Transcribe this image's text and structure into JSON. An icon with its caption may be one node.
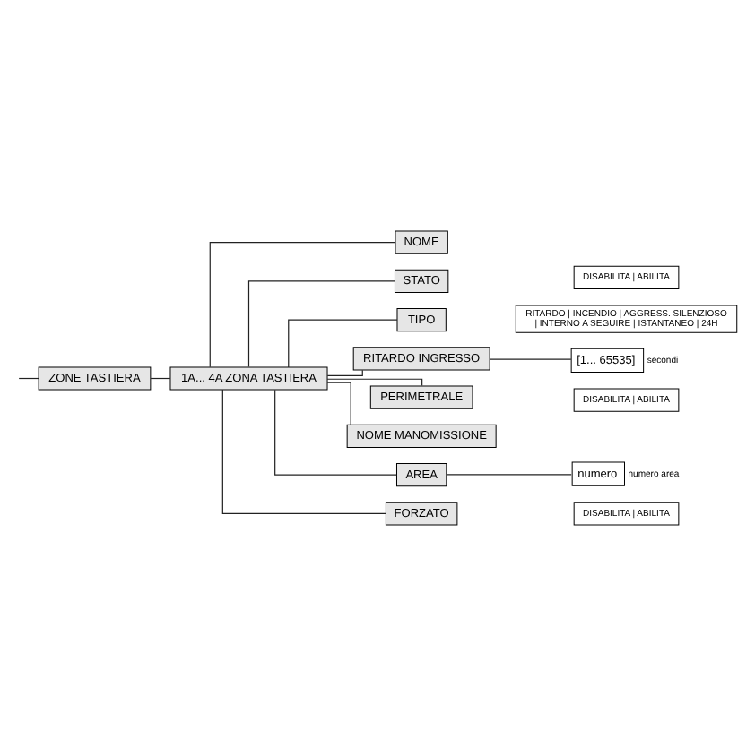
{
  "diagram": {
    "nodes": [
      {
        "text": [
          "ZONE TASTIERA"
        ]
      },
      {
        "text": [
          "1A... 4A ZONA TASTIERA"
        ]
      },
      {
        "text": [
          "NOME"
        ]
      },
      {
        "text": [
          "STATO"
        ]
      },
      {
        "text": [
          "DISABILITA | ABILITA"
        ]
      },
      {
        "text": [
          "TIPO"
        ]
      },
      {
        "text": [
          "RITARDO | INCENDIO | AGGRESS. SILENZIOSO | INTERNO A SEGUIRE | ISTANTANEO | 24H"
        ]
      },
      {
        "text": [
          "RITARDO INGRESSO"
        ]
      },
      {
        "text": [
          "[1... 65535]"
        ],
        "beside": [
          "secondi"
        ]
      },
      {
        "text": [
          "PERIMETRALE"
        ]
      },
      {
        "text": [
          "DISABILITA | ABILITA"
        ]
      },
      {
        "text": [
          "NOME MANOMISSIONE"
        ]
      },
      {
        "text": [
          "AREA"
        ]
      },
      {
        "text": [
          "numero"
        ],
        "beside": [
          "numero area"
        ]
      },
      {
        "text": [
          "FORZATO"
        ]
      },
      {
        "text": [
          "DISABILITA | ABILITA"
        ]
      }
    ],
    "edges": [
      {
        "from": null,
        "to": 0,
        "arrow": "none"
      },
      {
        "from": 0,
        "to": 1,
        "arrow": "none"
      },
      {
        "from": 1,
        "to": 2,
        "arrow": "none"
      },
      {
        "from": 1,
        "to": 3,
        "arrow": "none"
      },
      {
        "from": 1,
        "to": 5,
        "arrow": "none"
      },
      {
        "from": 1,
        "to": 7,
        "arrow": "none"
      },
      {
        "from": 7,
        "to": 8,
        "arrow": "none"
      },
      {
        "from": 1,
        "to": 9,
        "arrow": "none"
      },
      {
        "from": 1,
        "to": 11,
        "arrow": "none"
      },
      {
        "from": 1,
        "to": 12,
        "arrow": "none"
      },
      {
        "from": 12,
        "to": 13,
        "arrow": "none"
      },
      {
        "from": 1,
        "to": 14,
        "arrow": "none"
      }
    ]
  }
}
